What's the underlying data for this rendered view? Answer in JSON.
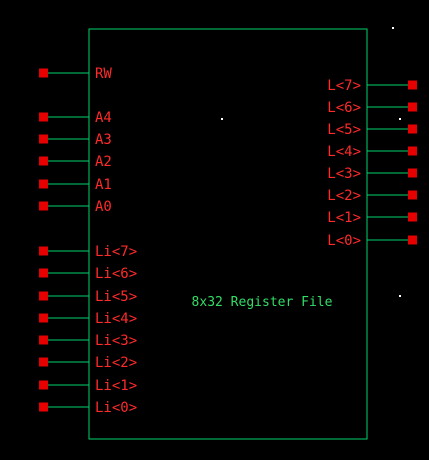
{
  "colors": {
    "background": "#000000",
    "wire": "#00d26a",
    "pin": "#e60000",
    "pin_label": "#ff2a2a",
    "title": "#33dd66",
    "grid_dot": "#ffffff"
  },
  "block": {
    "title": "8x32 Register File"
  },
  "left_pins": [
    {
      "label": "RW"
    },
    {
      "label": "A4"
    },
    {
      "label": "A3"
    },
    {
      "label": "A2"
    },
    {
      "label": "A1"
    },
    {
      "label": "A0"
    },
    {
      "label": "Li<7>"
    },
    {
      "label": "Li<6>"
    },
    {
      "label": "Li<5>"
    },
    {
      "label": "Li<4>"
    },
    {
      "label": "Li<3>"
    },
    {
      "label": "Li<2>"
    },
    {
      "label": "Li<1>"
    },
    {
      "label": "Li<0>"
    }
  ],
  "right_pins": [
    {
      "label": "L<7>"
    },
    {
      "label": "L<6>"
    },
    {
      "label": "L<5>"
    },
    {
      "label": "L<4>"
    },
    {
      "label": "L<3>"
    },
    {
      "label": "L<2>"
    },
    {
      "label": "L<1>"
    },
    {
      "label": "L<0>"
    }
  ]
}
